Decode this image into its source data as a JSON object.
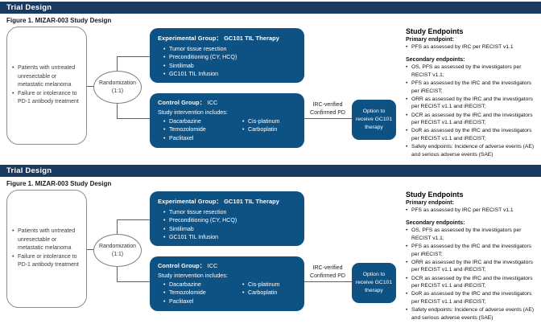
{
  "colors": {
    "navy": "#1b3a5f",
    "blue": "#0e5183",
    "line": "#5f5f5f",
    "page_bg": "#ffffff"
  },
  "panel": {
    "header": "Trial Design",
    "figure_caption": "Figure 1. MIZAR-003 Study Design",
    "patient_box": {
      "items": [
        "Patients with untreated unresectable or metastatic melanoma",
        "Failure or intolerance to PD-1 antibody treatment"
      ]
    },
    "randomization": "Randomization (1:1)",
    "experimental": {
      "title": "Experimental Group： GC101 TIL Therapy",
      "items": [
        "Tumor tissue resection",
        "Preconditioning (CY, HCQ)",
        "Sintilimab",
        "GC101 TIL Infusion"
      ]
    },
    "control": {
      "title_bold": "Control Group：",
      "title_rest": "ICC",
      "subtitle": "Study intervention includes:",
      "col1": [
        "Dacarbazine",
        "Temozolomide",
        "Paclitaxel"
      ],
      "col2": [
        "Cis-platinum",
        "Carboplatin"
      ]
    },
    "irc_label": "IRC-verified Confirmed PD",
    "option_box": "Option to receive GC101 therapy",
    "endpoints": {
      "title": "Study Endpoints",
      "primary_label": "Primary endpoint:",
      "primary_items": [
        "PFS as assessed by IRC per RECIST v1.1"
      ],
      "secondary_label": "Secondary endpoints:",
      "secondary_items": [
        "OS, PFS as assessed by the investigators per RECIST v1.1;",
        "PFS as assessed by the IRC and the investigators per iRECIST;",
        "ORR as assessed by the IRC and the investigators per RECIST v1.1 and iRECIST;",
        "DCR as assessed by the IRC and the investigators per RECIST v1.1 and iRECIST;",
        "DoR as assessed by the IRC and the investigators per RECIST v1.1 and iRECIST;",
        "Safety endpoints: Incidence of adverse events (AE) and serious adverse events (SAE)"
      ]
    }
  }
}
